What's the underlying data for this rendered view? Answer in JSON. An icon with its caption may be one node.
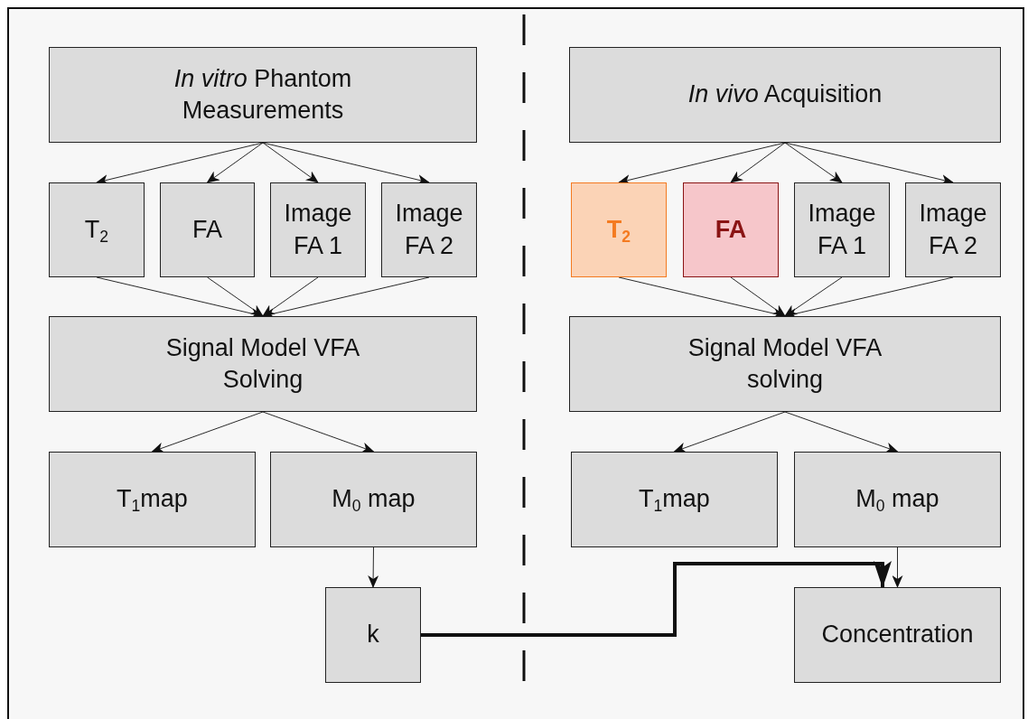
{
  "diagram": {
    "nodes": [
      {
        "text": [
          "*In vitro* Phantom Measurements"
        ]
      },
      {
        "text": [
          "T$_{2}$"
        ]
      },
      {
        "text": [
          "FA"
        ]
      },
      {
        "text": [
          "Image FA 1"
        ]
      },
      {
        "text": [
          "Image FA 2"
        ]
      },
      {
        "text": [
          "Signal Model VFA Solving"
        ]
      },
      {
        "text": [
          "T$_{1}$map"
        ]
      },
      {
        "text": [
          "M$_{0}$ map"
        ]
      },
      {
        "text": [
          "k"
        ]
      },
      {
        "text": [
          "*In vivo* Acquisition"
        ]
      },
      {
        "text": [
          "T$_{2}$"
        ]
      },
      {
        "text": [
          "FA"
        ]
      },
      {
        "text": [
          "Image FA 1"
        ]
      },
      {
        "text": [
          "Image FA 2"
        ]
      },
      {
        "text": [
          "Signal Model VFA solving"
        ]
      },
      {
        "text": [
          "T$_{1}$map"
        ]
      },
      {
        "text": [
          "M$_{0}$ map"
        ]
      },
      {
        "text": [
          "Concentration"
        ]
      }
    ],
    "edges": [
      {
        "from": 0,
        "to": 1,
        "arrow": "to"
      },
      {
        "from": 0,
        "to": 2,
        "arrow": "to"
      },
      {
        "from": 0,
        "to": 3,
        "arrow": "to"
      },
      {
        "from": 0,
        "to": 4,
        "arrow": "to"
      },
      {
        "from": 1,
        "to": 5,
        "arrow": "to"
      },
      {
        "from": 2,
        "to": 5,
        "arrow": "to"
      },
      {
        "from": 3,
        "to": 5,
        "arrow": "to"
      },
      {
        "from": 4,
        "to": 5,
        "arrow": "to"
      },
      {
        "from": 5,
        "to": 6,
        "arrow": "to"
      },
      {
        "from": 5,
        "to": 7,
        "arrow": "to"
      },
      {
        "from": 7,
        "to": 8,
        "arrow": "to"
      },
      {
        "from": 9,
        "to": 10,
        "arrow": "to"
      },
      {
        "from": 9,
        "to": 11,
        "arrow": "to"
      },
      {
        "from": 9,
        "to": 12,
        "arrow": "to"
      },
      {
        "from": 9,
        "to": 13,
        "arrow": "to"
      },
      {
        "from": 10,
        "to": 14,
        "arrow": "to"
      },
      {
        "from": 11,
        "to": 14,
        "arrow": "to"
      },
      {
        "from": 12,
        "to": 14,
        "arrow": "to"
      },
      {
        "from": 13,
        "to": 14,
        "arrow": "to"
      },
      {
        "from": 14,
        "to": 15,
        "arrow": "to"
      },
      {
        "from": 14,
        "to": 16,
        "arrow": "to"
      },
      {
        "from": 16,
        "to": 17,
        "arrow": "to"
      },
      {
        "from": 8,
        "to": 17,
        "arrow": "to",
        "style": "thick"
      }
    ]
  }
}
